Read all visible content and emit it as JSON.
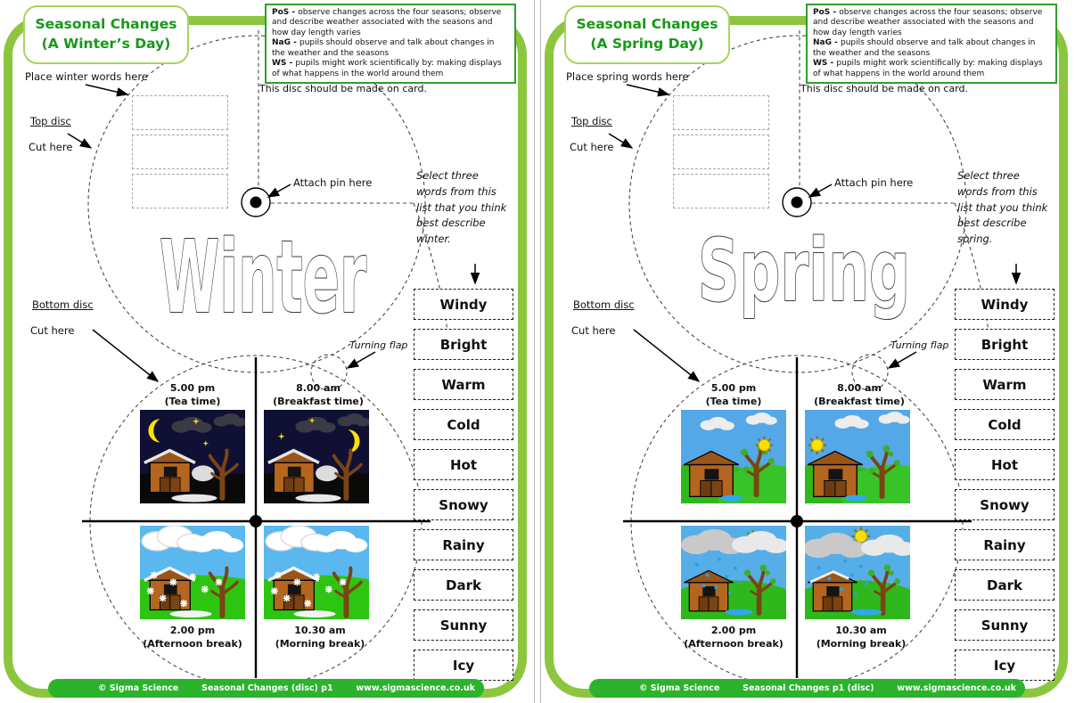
{
  "colors": {
    "frame_green": "#8CC63F",
    "footer_green": "#2BB32B",
    "title_green": "#189818",
    "curriculum_border_green": "#2E9E2E"
  },
  "pages": [
    {
      "title": {
        "line1": "Seasonal Changes",
        "line2": "(A Winter’s Day)"
      },
      "curriculum": [
        {
          "label": "PoS - ",
          "text": "observe changes across the four seasons; observe and describe weather associated with the seasons and how day length varies"
        },
        {
          "label": "NaG - ",
          "text": "pupils should observe and talk about changes in the weather and the seasons"
        },
        {
          "label": "WS - ",
          "text": "pupils might work scientifically by: making displays of what happens in the world around them"
        }
      ],
      "card_note": "This disc should be made on card.",
      "labels": {
        "place_words": "Place winter words here",
        "top_disc": "Top disc",
        "cut_here_top": "Cut here",
        "attach_pin": "Attach pin here",
        "select_words": "Select three words from this list that you think best describe winter.",
        "bottom_disc": "Bottom disc",
        "cut_here_bottom": "Cut here",
        "turning_flap": "Turning flap"
      },
      "season_word": "Winter",
      "quadrants": [
        {
          "time": "5.00 pm",
          "caption": "(Tea time)",
          "scene": "winter-night-moon-left"
        },
        {
          "time": "8.00 am",
          "caption": "(Breakfast time)",
          "scene": "winter-night-moon-right"
        },
        {
          "time": "2.00 pm",
          "caption": "(Afternoon break)",
          "scene": "winter-day-snow"
        },
        {
          "time": "10.30 am",
          "caption": "(Morning break)",
          "scene": "winter-day-snow"
        }
      ],
      "word_list": [
        "Windy",
        "Bright",
        "Warm",
        "Cold",
        "Hot",
        "Snowy",
        "Rainy",
        "Dark",
        "Sunny",
        "Icy"
      ],
      "footer": {
        "left": "© Sigma Science",
        "center": "Seasonal Changes (disc) p1",
        "right": "www.sigmascience.co.uk"
      }
    },
    {
      "title": {
        "line1": "Seasonal Changes",
        "line2": "(A Spring Day)"
      },
      "curriculum": [
        {
          "label": "PoS - ",
          "text": "observe changes across the four seasons; observe and describe weather associated with the seasons and how day length varies"
        },
        {
          "label": "NaG - ",
          "text": "pupils should observe and talk about changes in the weather and the seasons"
        },
        {
          "label": "WS - ",
          "text": "pupils might work scientifically by: making displays of what happens in the world around them"
        }
      ],
      "card_note": "This disc should be made on card.",
      "labels": {
        "place_words": "Place spring words here",
        "top_disc": "Top disc",
        "cut_here_top": "Cut here",
        "attach_pin": "Attach pin here",
        "select_words": "Select three words from this list that you think best describe spring.",
        "bottom_disc": "Bottom disc",
        "cut_here_bottom": "Cut here",
        "turning_flap": "Turning flap"
      },
      "season_word": "Spring",
      "quadrants": [
        {
          "time": "5.00 pm",
          "caption": "(Tea time)",
          "scene": "spring-day-sun-right"
        },
        {
          "time": "8.00 am",
          "caption": "(Breakfast time)",
          "scene": "spring-day-sun-left"
        },
        {
          "time": "2.00 pm",
          "caption": "(Afternoon break)",
          "scene": "spring-rain-sun-behind-cloud"
        },
        {
          "time": "10.30 am",
          "caption": "(Morning break)",
          "scene": "spring-rain-sun-visible"
        }
      ],
      "word_list": [
        "Windy",
        "Bright",
        "Warm",
        "Cold",
        "Hot",
        "Snowy",
        "Rainy",
        "Dark",
        "Sunny",
        "Icy"
      ],
      "footer": {
        "left": "© Sigma Science",
        "center": "Seasonal Changes p1 (disc)",
        "right": "www.sigmascience.co.uk"
      }
    }
  ]
}
